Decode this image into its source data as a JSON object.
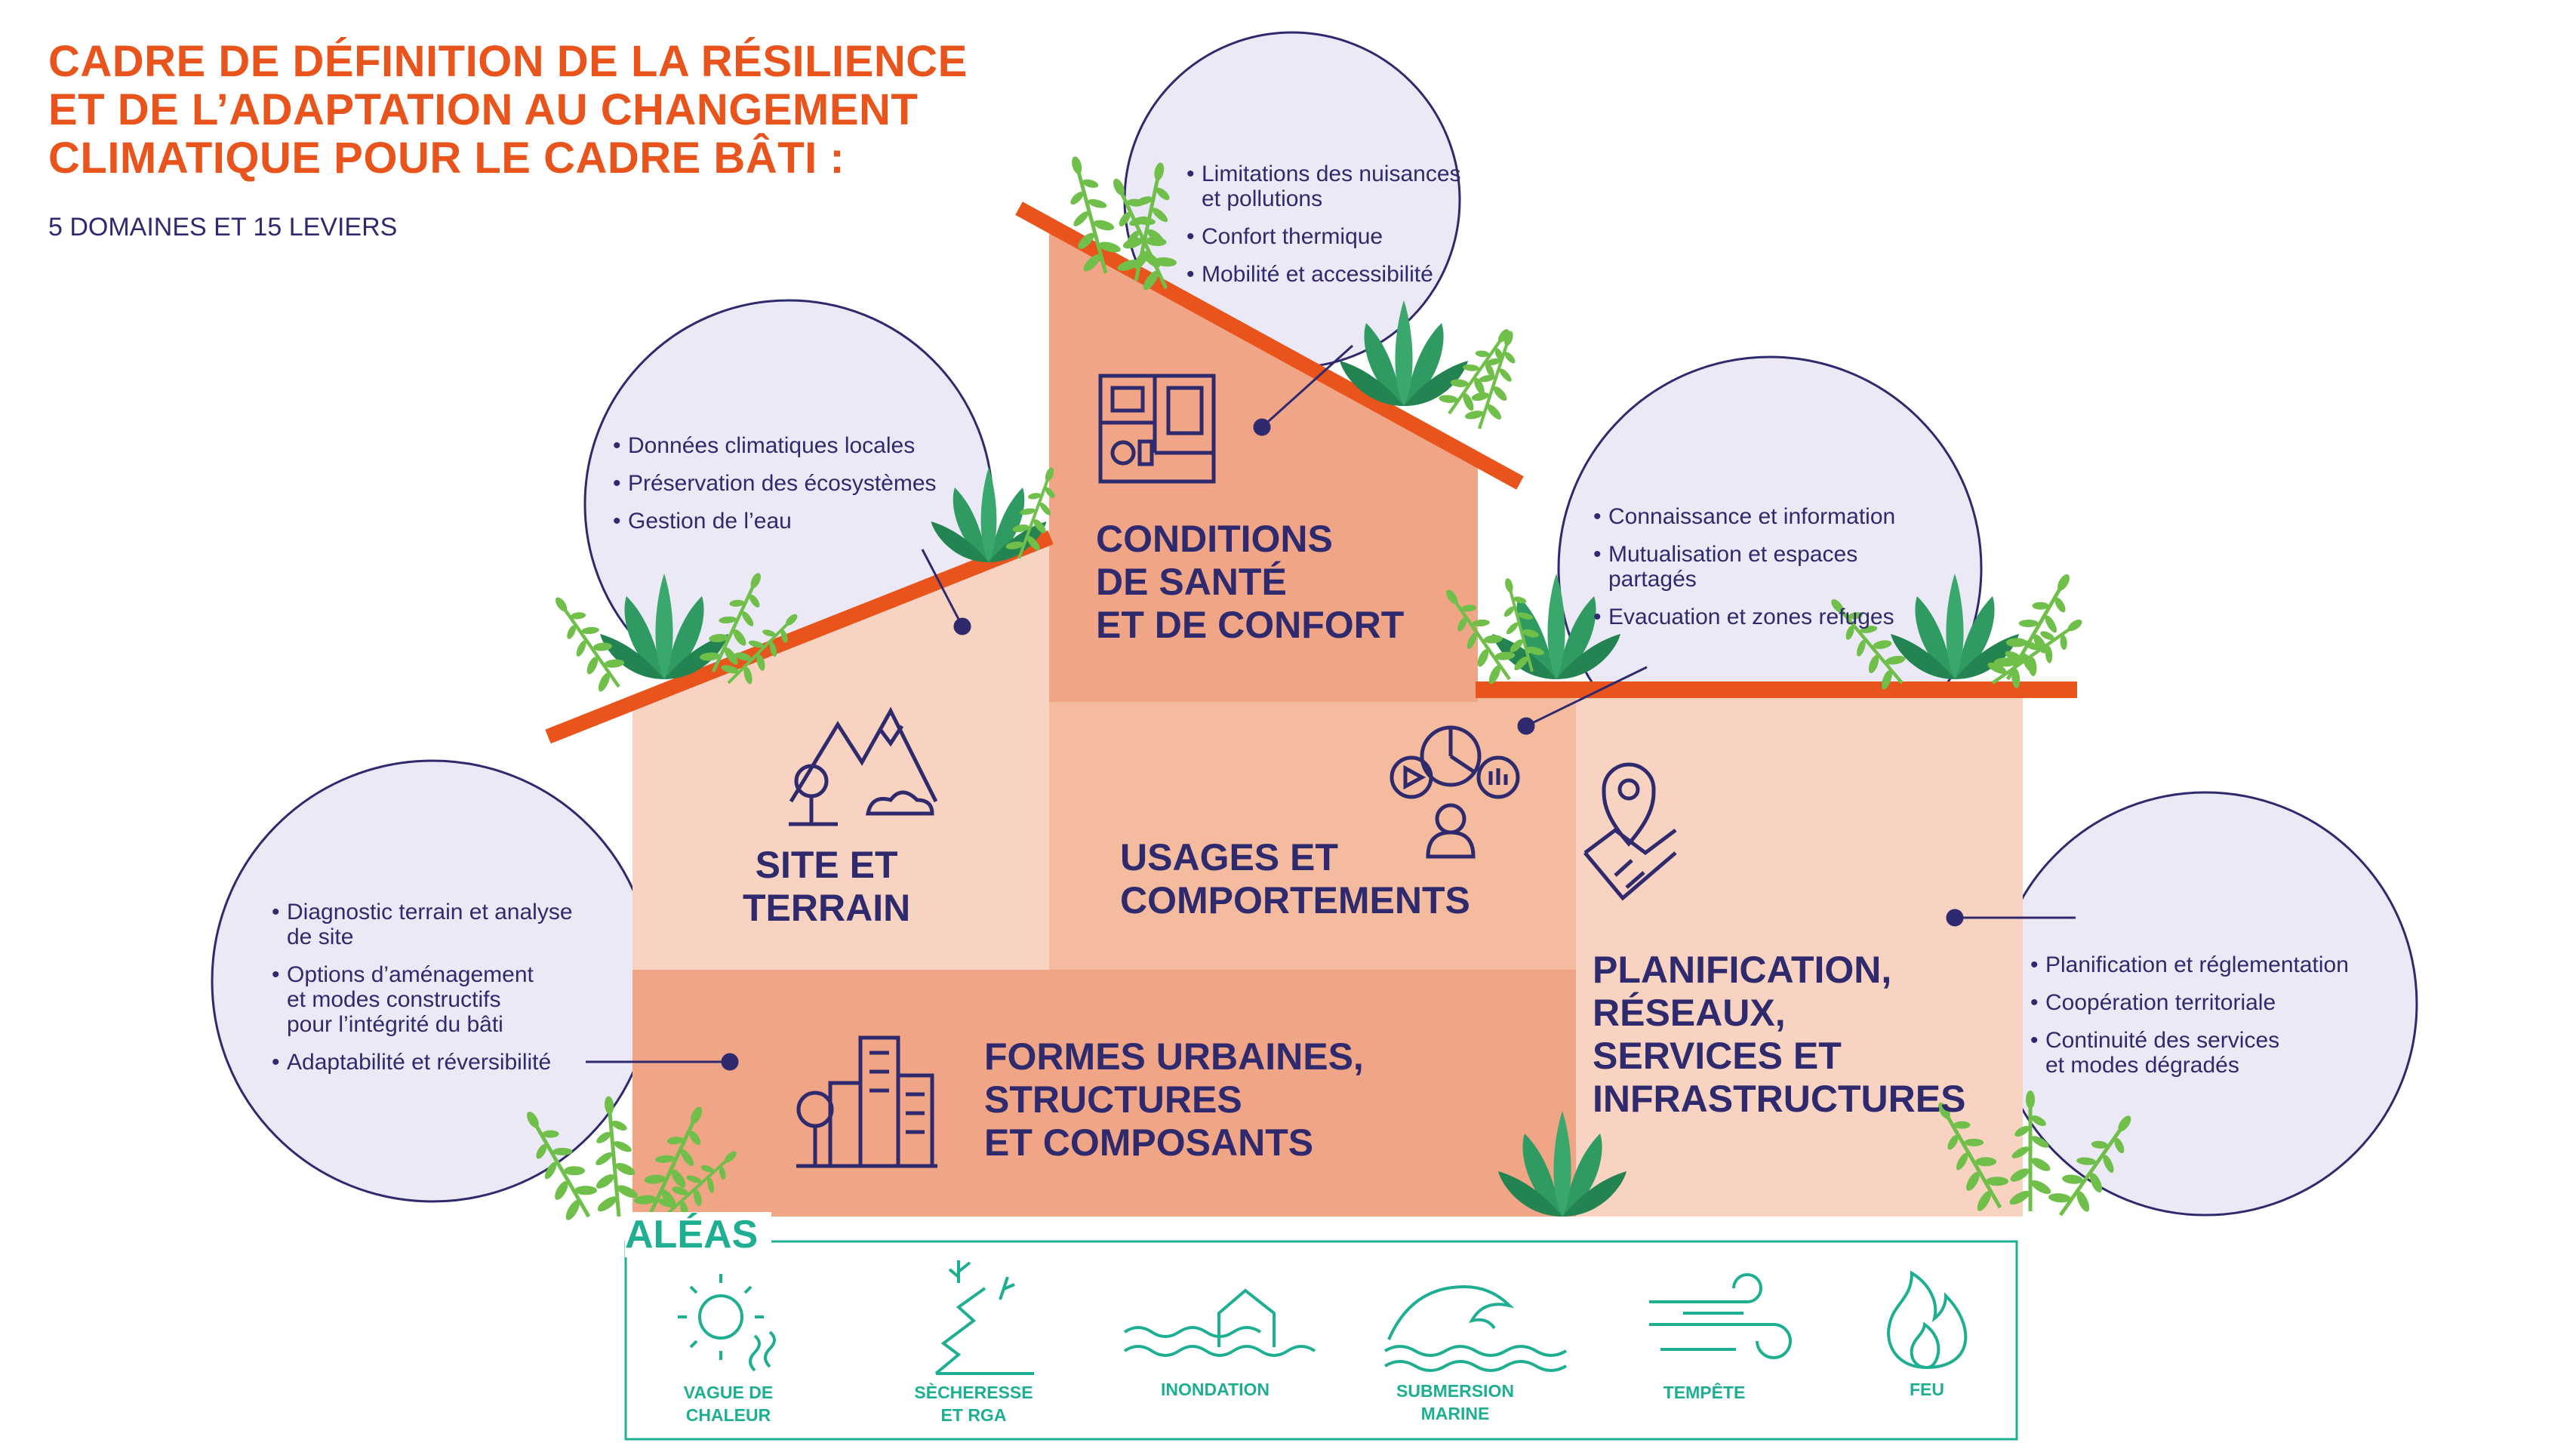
{
  "title": {
    "line1": "CADRE DE DÉFINITION DE LA RÉSILIENCE",
    "line2": "ET DE L’ADAPTATION AU CHANGEMENT",
    "line3": "CLIMATIQUE POUR LE CADRE BÂTI :"
  },
  "subtitle": "5 DOMAINES ET 15 LEVIERS",
  "colors": {
    "orange": "#e8541c",
    "salmon_dark": "#f0a586",
    "salmon_mid": "#f4bb9f",
    "salmon_light": "#f8d3c2",
    "navy": "#2f2a6d",
    "bubble": "#ebe9f5",
    "teal": "#1eaf92",
    "leaf": "#2f9a61",
    "fern": "#6fbf4a"
  },
  "domains": {
    "sante": {
      "line1": "CONDITIONS",
      "line2": "DE SANTÉ",
      "line3": "ET DE CONFORT",
      "icon": "floor-plan-icon",
      "levers": [
        "Limitations des nuisances",
        "et pollutions",
        "Confort thermique",
        "Mobilité et accessibilité"
      ]
    },
    "site": {
      "line1": "SITE ET",
      "line2": "TERRAIN",
      "icon": "mountain-landscape-icon",
      "levers": [
        "Données climatiques locales",
        "Préservation des écosystèmes",
        "Gestion de l’eau"
      ]
    },
    "usages": {
      "line1": "USAGES ET",
      "line2": "COMPORTEMENTS",
      "icon": "person-media-icon",
      "levers": [
        "Connaissance et information",
        "Mutualisation et espaces",
        "partagés",
        "Evacuation et zones refuges"
      ]
    },
    "formes": {
      "line1": "FORMES URBAINES,",
      "line2": "STRUCTURES",
      "line3": "ET COMPOSANTS",
      "icon": "city-buildings-icon",
      "levers": [
        "Diagnostic terrain et analyse",
        "de site",
        "Options d’aménagement",
        "et modes constructifs",
        "pour l’intégrité du bâti",
        "Adaptabilité et réversibilité"
      ]
    },
    "planification": {
      "line1": "PLANIFICATION,",
      "line2": "RÉSEAUX,",
      "line3": "SERVICES ET",
      "line4": "INFRASTRUCTURES",
      "icon": "location-handshake-icon",
      "levers": [
        "Planification et réglementation",
        "Coopération territoriale",
        "Continuité des services",
        "et modes dégradés"
      ]
    }
  },
  "hazards": {
    "title": "ALÉAS",
    "items": [
      {
        "line1": "VAGUE DE",
        "line2": "CHALEUR",
        "icon": "heat-wave-icon"
      },
      {
        "line1": "SÈCHERESSE",
        "line2": "ET RGA",
        "icon": "drought-icon"
      },
      {
        "line1": "INONDATION",
        "line2": "",
        "icon": "flood-icon"
      },
      {
        "line1": "SUBMERSION",
        "line2": "MARINE",
        "icon": "marine-submersion-icon"
      },
      {
        "line1": "TEMPÊTE",
        "line2": "",
        "icon": "storm-icon"
      },
      {
        "line1": "FEU",
        "line2": "",
        "icon": "fire-icon"
      }
    ]
  }
}
